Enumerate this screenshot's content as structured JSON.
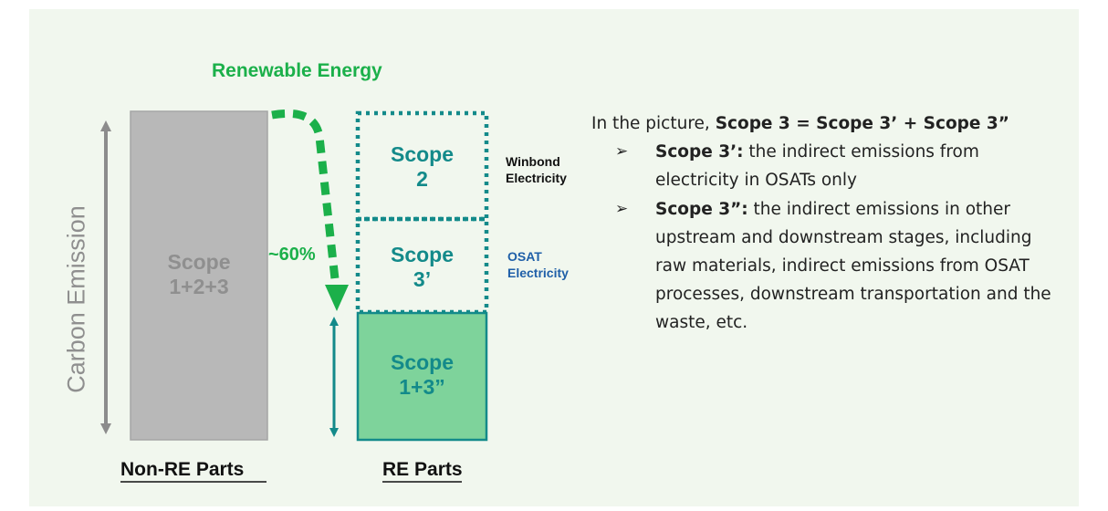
{
  "title": "Renewable Energy",
  "axis_label": "Carbon Emission",
  "reduction_label": "~60%",
  "bars": {
    "non_re": {
      "scope_line1": "Scope",
      "scope_line2": "1+2+3",
      "caption": "Non-RE Parts"
    },
    "re": {
      "segment_top": {
        "line1": "Scope",
        "line2": "2"
      },
      "segment_mid": {
        "line1": "Scope",
        "line2": "3’"
      },
      "segment_bottom": {
        "line1": "Scope",
        "line2": "1+3”"
      },
      "caption": "RE Parts"
    }
  },
  "side_labels": {
    "winbond_line1": "Winbond",
    "winbond_line2": "Electricity",
    "osat_line1": "OSAT",
    "osat_line2": "Electricity"
  },
  "explanation": {
    "intro_prefix": "In the picture, ",
    "intro_bold": "Scope 3 = Scope 3’ + Scope 3”",
    "bullet_symbol": "➢",
    "bullets": [
      {
        "term": "Scope 3’:",
        "text": " the indirect emissions from electricity in OSATs only"
      },
      {
        "term": "Scope 3”:",
        "text": " the indirect emissions in other upstream and downstream stages, including raw materials, indirect emissions from OSAT processes, downstream transportation and the waste, etc."
      }
    ]
  },
  "colors": {
    "background": "#f1f7ee",
    "green": "#1bb04a",
    "gray_bar": "#b8b8b8",
    "gray_text": "#8f8f8f",
    "teal": "#138a8a",
    "green_fill": "#7ed39b",
    "osat_blue": "#1f5fa8"
  }
}
